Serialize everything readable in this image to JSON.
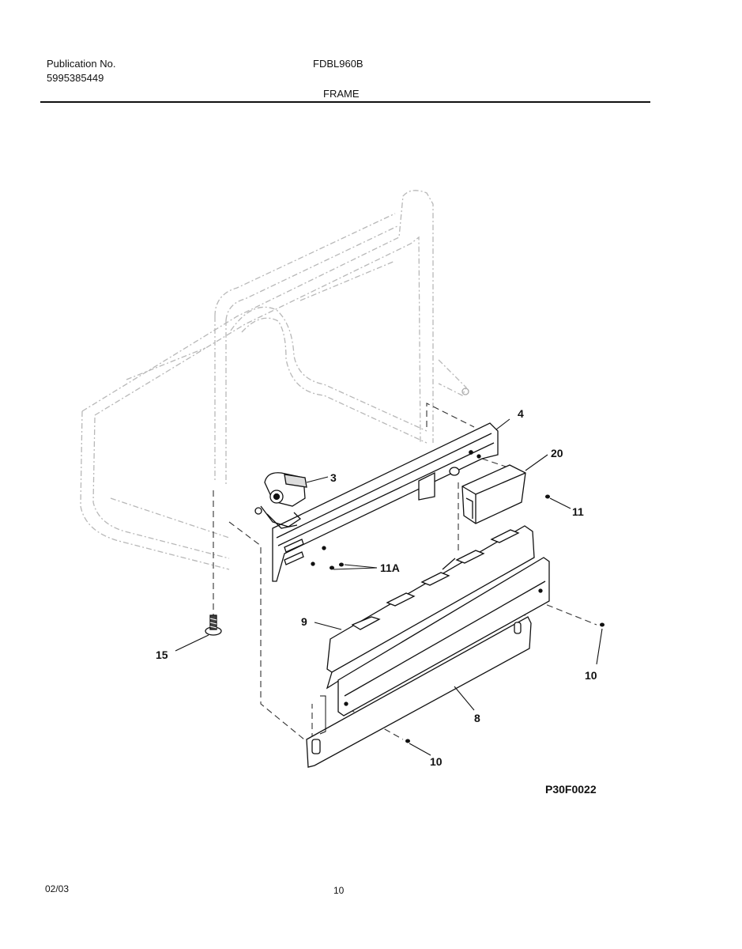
{
  "header": {
    "publication_label": "Publication No.",
    "publication_number": "5995385449",
    "model": "FDBL960B",
    "section": "FRAME"
  },
  "figure": {
    "code": "P30F0022",
    "callouts": [
      "4",
      "20",
      "3",
      "11",
      "11A",
      "9",
      "15",
      "10",
      "8",
      "10"
    ]
  },
  "footer": {
    "date": "02/03",
    "page": "10"
  }
}
